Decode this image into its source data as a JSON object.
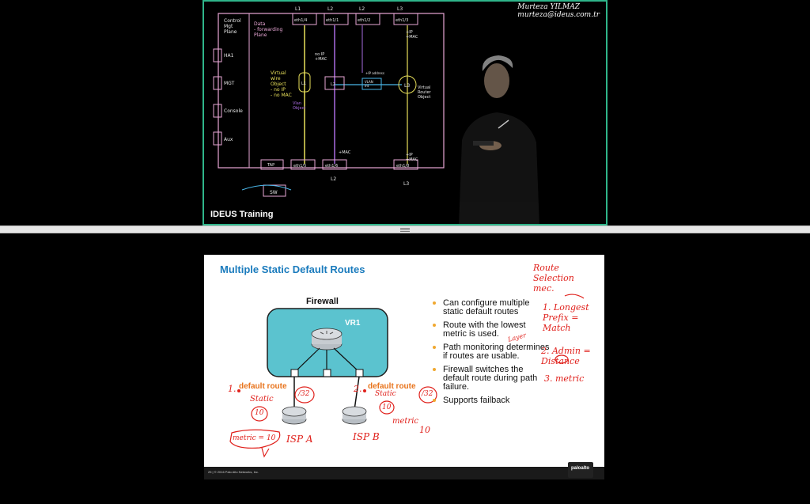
{
  "video": {
    "channel_label": "IDEUS Training",
    "presenter_name": "Murteza YILMAZ",
    "presenter_email": "murteza@ideus.com.tr",
    "board": {
      "left_box": [
        "Control",
        "Mgt",
        "Plane"
      ],
      "data_plane": [
        "Data",
        "- forwarding",
        "Plane"
      ],
      "ports": [
        "HA1",
        "MGT",
        "Console",
        "Aux"
      ],
      "top_labels": [
        "L1",
        "L2",
        "L2",
        "L3"
      ],
      "top_eth": [
        "eth1/4",
        "eth1/1",
        "eth1/2",
        "eth1/3"
      ],
      "vwire": [
        "Virtual",
        "wire",
        "Object",
        "- no IP",
        "- no MAC"
      ],
      "center_objs": [
        "L1",
        "L2",
        "VLAN int",
        "L3"
      ],
      "notes": [
        "+IP +MAC",
        "no IP +MAC",
        "+IP +MAC",
        "Virtual Router Object",
        "Vlan Object",
        "+IP address",
        "+MAC",
        "+IP +MAC"
      ],
      "bottom": [
        "TAP",
        "eth1/5",
        "eth1/6",
        "eth1/8",
        "SW",
        "L2",
        "L3"
      ]
    }
  },
  "slide": {
    "title": "Multiple Static Default Routes",
    "firewall_label": "Firewall",
    "vr_label": "VR1",
    "route1_label": "default route",
    "route2_label": "default route",
    "bullets": [
      "Can configure multiple static default routes",
      "Route with the lowest metric is used.",
      "Path monitoring determines if routes are usable.",
      "Firewall switches the default route during path failure.",
      "Supports failback"
    ],
    "footer": "25 | © 2016 Palo Alto Networks, Inc.",
    "logo": "paloalto",
    "annotations": {
      "title": "Route Selection mec.",
      "item1": "1. Longest Prefix = Match",
      "item2": "2. Admin = Distance",
      "item3": "3. metric",
      "route1_num": "1.",
      "route2_num": "2.",
      "static1": "Static",
      "static2": "Static",
      "ad1": "10",
      "ad2": "10",
      "mask1": "/32",
      "mask2": "/32",
      "metric_bubble": "metric = 10",
      "metric_isp": "metric",
      "metric_isp_val": "10",
      "isp_a": "ISP A",
      "isp_b": "ISP B",
      "layer": "Layer"
    }
  },
  "colors": {
    "accent": "#2fb58a",
    "slide_title": "#1a7bbd",
    "route_orange": "#e8731b",
    "ink_red": "#e0201b",
    "firewall_fill": "#5bc3cf"
  }
}
